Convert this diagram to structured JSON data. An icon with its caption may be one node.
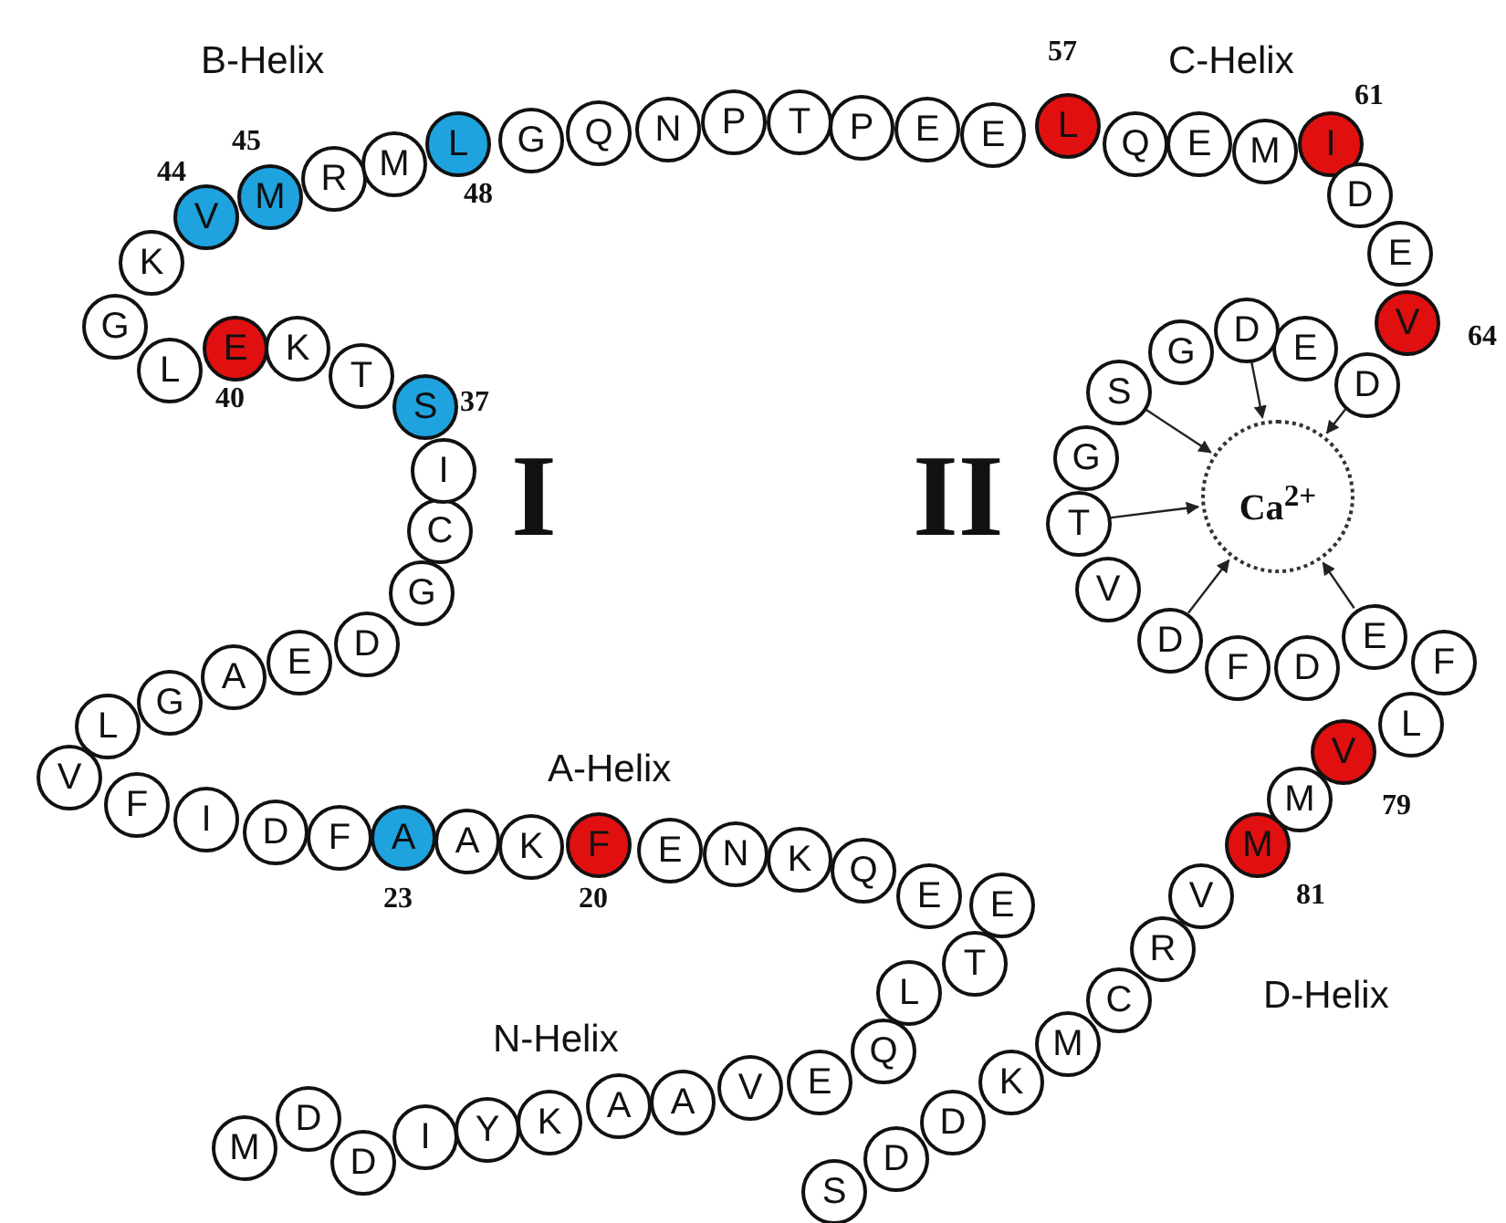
{
  "diagram": {
    "nodes": [
      {
        "text": [
          "M"
        ]
      },
      {
        "text": [
          "D"
        ]
      },
      {
        "text": [
          "D"
        ]
      },
      {
        "text": [
          "I"
        ]
      },
      {
        "text": [
          "Y"
        ]
      },
      {
        "text": [
          "K"
        ]
      },
      {
        "text": [
          "A"
        ]
      },
      {
        "text": [
          "A"
        ]
      },
      {
        "text": [
          "V"
        ]
      },
      {
        "text": [
          "E"
        ]
      },
      {
        "text": [
          "Q"
        ]
      },
      {
        "text": [
          "L"
        ]
      },
      {
        "text": [
          "T"
        ]
      },
      {
        "text": [
          "E"
        ]
      },
      {
        "text": [
          "E"
        ]
      },
      {
        "text": [
          "Q"
        ]
      },
      {
        "text": [
          "K"
        ]
      },
      {
        "text": [
          "N"
        ]
      },
      {
        "text": [
          "E"
        ]
      },
      {
        "text": [
          "F"
        ],
        "beside": [
          "20"
        ]
      },
      {
        "text": [
          "K"
        ]
      },
      {
        "text": [
          "A"
        ]
      },
      {
        "text": [
          "A"
        ],
        "beside": [
          "23"
        ]
      },
      {
        "text": [
          "F"
        ]
      },
      {
        "text": [
          "D"
        ]
      },
      {
        "text": [
          "I"
        ]
      },
      {
        "text": [
          "F"
        ]
      },
      {
        "text": [
          "V"
        ]
      },
      {
        "text": [
          "L"
        ]
      },
      {
        "text": [
          "G"
        ]
      },
      {
        "text": [
          "A"
        ]
      },
      {
        "text": [
          "E"
        ]
      },
      {
        "text": [
          "D"
        ]
      },
      {
        "text": [
          "G"
        ]
      },
      {
        "text": [
          "C"
        ]
      },
      {
        "text": [
          "I"
        ]
      },
      {
        "text": [
          "S"
        ],
        "beside": [
          "37"
        ]
      },
      {
        "text": [
          "T"
        ]
      },
      {
        "text": [
          "K"
        ]
      },
      {
        "text": [
          "E"
        ],
        "beside": [
          "40"
        ]
      },
      {
        "text": [
          "L"
        ]
      },
      {
        "text": [
          "G"
        ]
      },
      {
        "text": [
          "K"
        ]
      },
      {
        "text": [
          "V"
        ],
        "beside": [
          "44"
        ]
      },
      {
        "text": [
          "M"
        ],
        "beside": [
          "45"
        ]
      },
      {
        "text": [
          "R"
        ]
      },
      {
        "text": [
          "M"
        ]
      },
      {
        "text": [
          "L"
        ],
        "beside": [
          "48"
        ]
      },
      {
        "text": [
          "G"
        ]
      },
      {
        "text": [
          "Q"
        ]
      },
      {
        "text": [
          "N"
        ]
      },
      {
        "text": [
          "P"
        ]
      },
      {
        "text": [
          "T"
        ]
      },
      {
        "text": [
          "P"
        ]
      },
      {
        "text": [
          "E"
        ]
      },
      {
        "text": [
          "E"
        ]
      },
      {
        "text": [
          "L"
        ],
        "beside": [
          "57"
        ]
      },
      {
        "text": [
          "Q"
        ]
      },
      {
        "text": [
          "E"
        ]
      },
      {
        "text": [
          "M"
        ]
      },
      {
        "text": [
          "I"
        ],
        "beside": [
          "61"
        ]
      },
      {
        "text": [
          "D"
        ]
      },
      {
        "text": [
          "E"
        ]
      },
      {
        "text": [
          "V"
        ],
        "beside": [
          "64"
        ]
      },
      {
        "text": [
          "D"
        ]
      },
      {
        "text": [
          "E"
        ]
      },
      {
        "text": [
          "D"
        ]
      },
      {
        "text": [
          "G"
        ]
      },
      {
        "text": [
          "S"
        ]
      },
      {
        "text": [
          "G"
        ]
      },
      {
        "text": [
          "T"
        ]
      },
      {
        "text": [
          "V"
        ]
      },
      {
        "text": [
          "D"
        ]
      },
      {
        "text": [
          "F"
        ]
      },
      {
        "text": [
          "D"
        ]
      },
      {
        "text": [
          "E"
        ]
      },
      {
        "text": [
          "F"
        ]
      },
      {
        "text": [
          "L"
        ]
      },
      {
        "text": [
          "V"
        ],
        "beside": [
          "79"
        ]
      },
      {
        "text": [
          "M"
        ]
      },
      {
        "text": [
          "M"
        ],
        "beside": [
          "81"
        ]
      },
      {
        "text": [
          "V"
        ]
      },
      {
        "text": [
          "R"
        ]
      },
      {
        "text": [
          "C"
        ]
      },
      {
        "text": [
          "M"
        ]
      },
      {
        "text": [
          "K"
        ]
      },
      {
        "text": [
          "D"
        ]
      },
      {
        "text": [
          "D"
        ]
      },
      {
        "text": [
          "S"
        ]
      },
      {
        "text": [
          "Ca$^{2+}$"
        ]
      }
    ],
    "edges": [
      {
        "from": 64,
        "to": 89,
        "arrow": "to"
      },
      {
        "from": 66,
        "to": 89,
        "arrow": "to"
      },
      {
        "from": 68,
        "to": 89,
        "arrow": "to"
      },
      {
        "from": 70,
        "to": 89,
        "arrow": "to"
      },
      {
        "from": 72,
        "to": 89,
        "arrow": "to"
      },
      {
        "from": 75,
        "to": 89,
        "arrow": "to"
      }
    ],
    "labels": [
      "B-Helix",
      "C-Helix",
      "I",
      "II",
      "A-Helix",
      "N-Helix",
      "D-Helix"
    ]
  }
}
